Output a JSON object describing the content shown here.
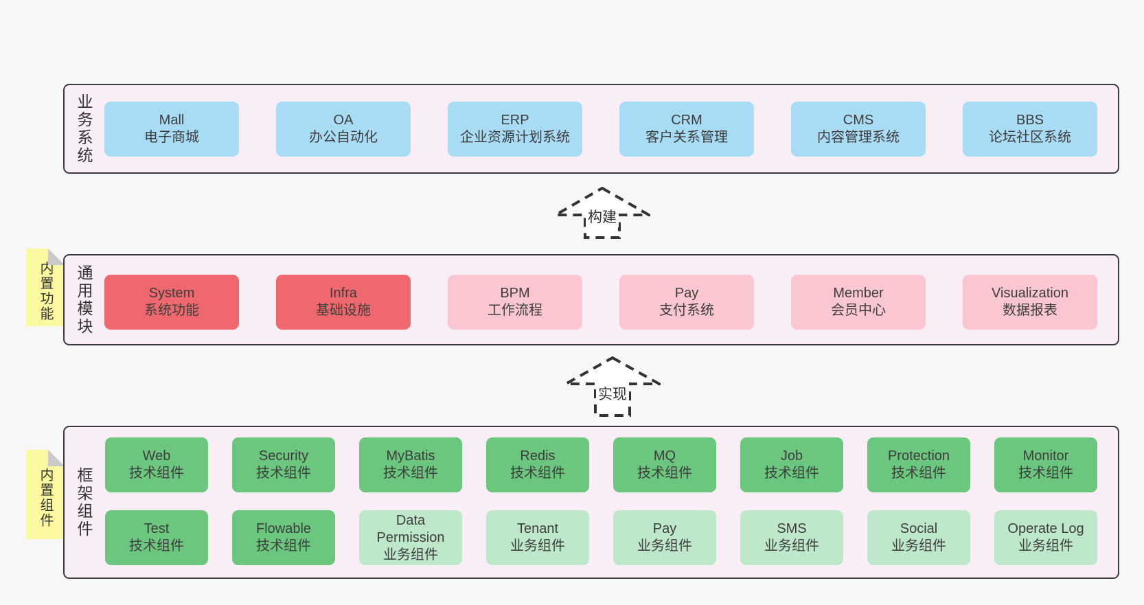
{
  "accents": {
    "page_bg": "#f7f7f7",
    "panel_bg": "#f9edf6",
    "panel_border": "#3a3a3a",
    "box_blue": "#a8dcf4",
    "box_red": "#ee686d",
    "box_pink": "#fac7d1",
    "box_green": "#6bc77e",
    "box_lightgreen": "#bee8ca",
    "sticky_yellow": "#fbf99f",
    "sticky_fold_gray": "#c9c9c9",
    "arrow_dash": "#333333"
  },
  "business": {
    "side_label": "业务系统",
    "items": [
      {
        "name": "Mall",
        "desc": "电子商城",
        "variant": "blue"
      },
      {
        "name": "OA",
        "desc": "办公自动化",
        "variant": "blue"
      },
      {
        "name": "ERP",
        "desc": "企业资源计划系统",
        "variant": "blue"
      },
      {
        "name": "CRM",
        "desc": "客户关系管理",
        "variant": "blue"
      },
      {
        "name": "CMS",
        "desc": "内容管理系统",
        "variant": "blue"
      },
      {
        "name": "BBS",
        "desc": "论坛社区系统",
        "variant": "blue"
      }
    ]
  },
  "arrow_build": {
    "label": "构建"
  },
  "modules": {
    "side_label": "通用模块",
    "sticky_label": "内置功能",
    "items": [
      {
        "name": "System",
        "desc": "系统功能",
        "variant": "red"
      },
      {
        "name": "Infra",
        "desc": "基础设施",
        "variant": "red"
      },
      {
        "name": "BPM",
        "desc": "工作流程",
        "variant": "pink"
      },
      {
        "name": "Pay",
        "desc": "支付系统",
        "variant": "pink"
      },
      {
        "name": "Member",
        "desc": "会员中心",
        "variant": "pink"
      },
      {
        "name": "Visualization",
        "desc": "数据报表",
        "variant": "pink"
      }
    ]
  },
  "arrow_implement": {
    "label": "实现"
  },
  "framework": {
    "side_label": "框架组件",
    "sticky_label": "内置组件",
    "row1": [
      {
        "name": "Web",
        "desc": "技术组件",
        "variant": "green"
      },
      {
        "name": "Security",
        "desc": "技术组件",
        "variant": "green"
      },
      {
        "name": "MyBatis",
        "desc": "技术组件",
        "variant": "green"
      },
      {
        "name": "Redis",
        "desc": "技术组件",
        "variant": "green"
      },
      {
        "name": "MQ",
        "desc": "技术组件",
        "variant": "green"
      },
      {
        "name": "Job",
        "desc": "技术组件",
        "variant": "green"
      },
      {
        "name": "Protection",
        "desc": "技术组件",
        "variant": "green"
      },
      {
        "name": "Monitor",
        "desc": "技术组件",
        "variant": "green"
      }
    ],
    "row2": [
      {
        "name": "Test",
        "desc": "技术组件",
        "variant": "green"
      },
      {
        "name": "Flowable",
        "desc": "技术组件",
        "variant": "green"
      },
      {
        "name": "Data Permission",
        "desc": "业务组件",
        "variant": "lightgreen"
      },
      {
        "name": "Tenant",
        "desc": "业务组件",
        "variant": "lightgreen"
      },
      {
        "name": "Pay",
        "desc": "业务组件",
        "variant": "lightgreen"
      },
      {
        "name": "SMS",
        "desc": "业务组件",
        "variant": "lightgreen"
      },
      {
        "name": "Social",
        "desc": "业务组件",
        "variant": "lightgreen"
      },
      {
        "name": "Operate Log",
        "desc": "业务组件",
        "variant": "lightgreen"
      }
    ]
  }
}
